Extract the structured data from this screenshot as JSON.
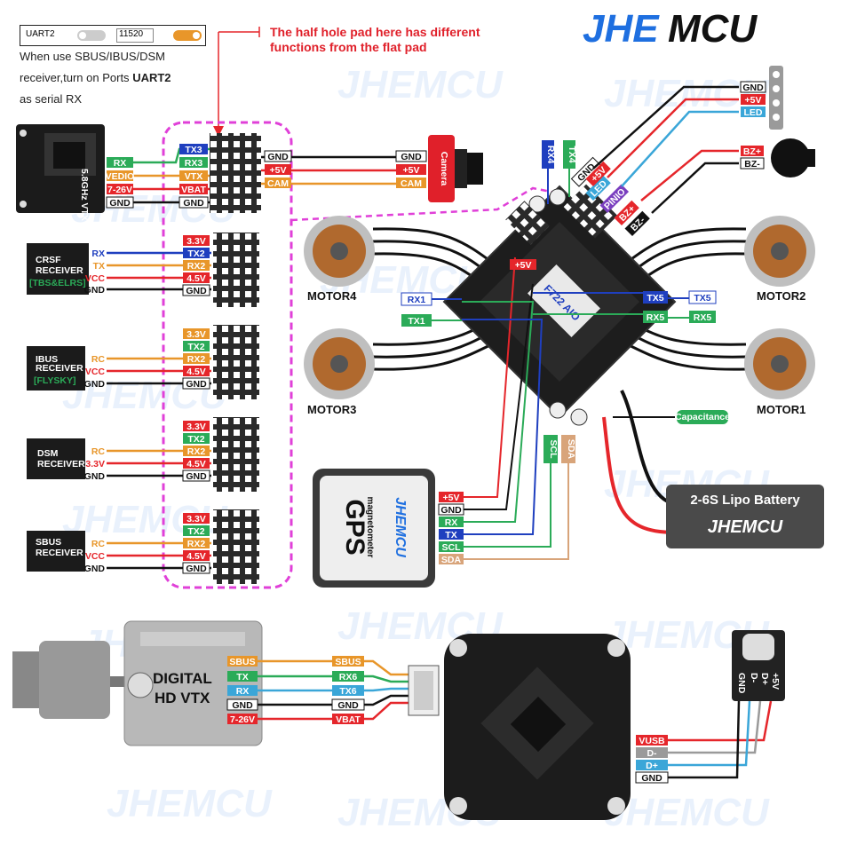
{
  "brand": {
    "name_blue": "JHE",
    "name_dark": "MCU"
  },
  "uart_box": {
    "label": "UART2",
    "value": "11520"
  },
  "note": {
    "line1": "When use SBUS/IBUS/DSM",
    "line2": "receiver,turn on Ports",
    "line2_bold": "UART2",
    "line3": "as serial RX"
  },
  "half_hole_note": {
    "line1": "The half hole pad here has different",
    "line2": "functions from the flat pad"
  },
  "vtx58": {
    "label": "5.8GHz VTX",
    "wires": [
      "RX",
      "VEDIO",
      "7-26V",
      "GND"
    ],
    "pads": [
      "TX3",
      "RX3",
      "VTX",
      "VBAT",
      "GND"
    ]
  },
  "camera": {
    "label": "Camera",
    "wires": [
      "GND",
      "+5V",
      "CAM"
    ],
    "pads": [
      "GND",
      "+5V",
      "CAM"
    ]
  },
  "receivers": [
    {
      "name": "CRSF RECEIVER",
      "sub": "[TBS&ELRS]",
      "wires": [
        "RX",
        "TX",
        "VCC",
        "GND"
      ],
      "pads": [
        "3.3V",
        "TX2",
        "RX2",
        "4.5V",
        "GND"
      ]
    },
    {
      "name": "IBUS RECEIVER",
      "sub": "[FLYSKY]",
      "wires": [
        "RC",
        "VCC",
        "GND"
      ],
      "pads": [
        "3.3V",
        "TX2",
        "RX2",
        "4.5V",
        "GND"
      ]
    },
    {
      "name": "DSM RECEIVER",
      "sub": "",
      "wires": [
        "RC",
        "3.3V",
        "GND"
      ],
      "pads": [
        "3.3V",
        "TX2",
        "RX2",
        "4.5V",
        "GND"
      ]
    },
    {
      "name": "SBUS RECEIVER",
      "sub": "",
      "wires": [
        "RC",
        "VCC",
        "GND"
      ],
      "pads": [
        "3.3V",
        "TX2",
        "RX2",
        "4.5V",
        "GND"
      ]
    }
  ],
  "fc": {
    "board_text": "F722 AIO",
    "top_pads": [
      "RX4",
      "TX4"
    ],
    "right_top_pads": [
      "GND",
      "LED",
      "+5V",
      "PINIO",
      "BZ+",
      "BZ-"
    ],
    "left_uart": [
      "RX1",
      "TX1"
    ],
    "right_uart": [
      "TX5",
      "RX5"
    ],
    "bottom_pads": [
      "SCL",
      "SDA"
    ],
    "plus5v": "+5V"
  },
  "led": {
    "wires": [
      "GND",
      "+5V",
      "LED"
    ]
  },
  "buzzer": {
    "wires": [
      "BZ+",
      "BZ-"
    ]
  },
  "motors": [
    "MOTOR4",
    "MOTOR2",
    "MOTOR3",
    "MOTOR1"
  ],
  "capacitor": {
    "label": "Capacitance"
  },
  "battery": {
    "label": "2-6S Lipo Battery"
  },
  "gps": {
    "title": "GPS",
    "sub": "magnetometer",
    "brand": "JHEMCU",
    "wires": [
      "+5V",
      "GND",
      "RX",
      "TX",
      "SCL",
      "SDA"
    ]
  },
  "digital_vtx": {
    "label1": "DIGITAL",
    "label2": "HD VTX",
    "side_pads": [
      "SBUS",
      "TX",
      "RX",
      "GND",
      "7-26V"
    ],
    "fc_pads": [
      "SBUS",
      "RX6",
      "TX6",
      "GND",
      "VBAT"
    ]
  },
  "usb": {
    "pins": [
      "GND",
      "D-",
      "D+",
      "+5V"
    ],
    "fc_pads": [
      "VUSB",
      "D-",
      "D+",
      "GND"
    ]
  },
  "colors": {
    "red": "#e5262b",
    "orange": "#e8962a",
    "green": "#2bab58",
    "blue": "#1f3fbf",
    "cyan": "#3aa6d8",
    "gray": "#9a9a9a",
    "black": "#111111",
    "magenta": "#e040d8",
    "brand_blue": "#1e6fe0"
  }
}
